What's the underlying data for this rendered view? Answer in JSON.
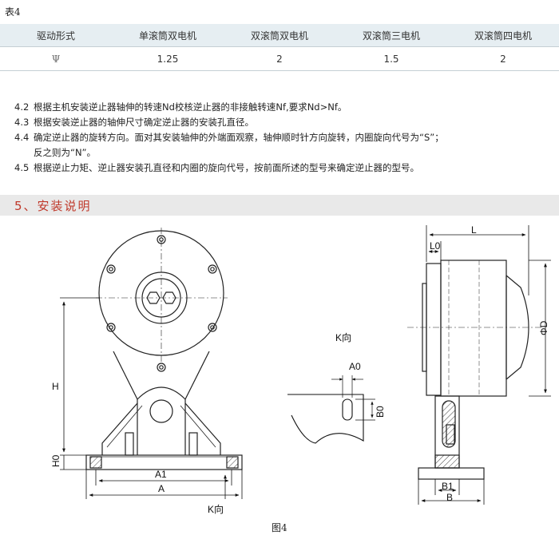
{
  "table_caption": "表4",
  "table": {
    "headers": [
      "驱动形式",
      "单滚筒双电机",
      "双滚筒双电机",
      "双滚筒三电机",
      "双滚筒四电机"
    ],
    "row_symbol": "Ψ",
    "row_values": [
      "1.25",
      "2",
      "1.5",
      "2"
    ]
  },
  "notes": [
    {
      "num": "4.2",
      "text": "根据主机安装逆止器轴伸的转速Nd校核逆止器的非接触转速Nf,要求Nd>Nf。"
    },
    {
      "num": "4.3",
      "text": "根据安装逆止器的轴伸尺寸确定逆止器的安装孔直径。"
    },
    {
      "num": "4.4",
      "text": "确定逆止器的旋转方向。面对其安装轴伸的外端面观察，轴伸顺时针方向旋转，内圈旋向代号为“S”；",
      "cont": "反之则为“N”。"
    },
    {
      "num": "4.5",
      "text": "根据逆止力矩、逆止器安装孔直径和内圈的旋向代号，按前面所述的型号来确定逆止器的型号。"
    }
  ],
  "section": {
    "title": "5、安装说明",
    "color": "#c0392b"
  },
  "drawing_labels": {
    "H": "H",
    "H0": "H0",
    "A1": "A1",
    "A": "A",
    "K_bottom": "K向",
    "K_mid": "K向",
    "A0": "A0",
    "B0": "B0",
    "L": "L",
    "L0": "L0",
    "PhiD": "ΦD",
    "B1": "B1",
    "B": "B"
  },
  "figure_caption": "图4"
}
